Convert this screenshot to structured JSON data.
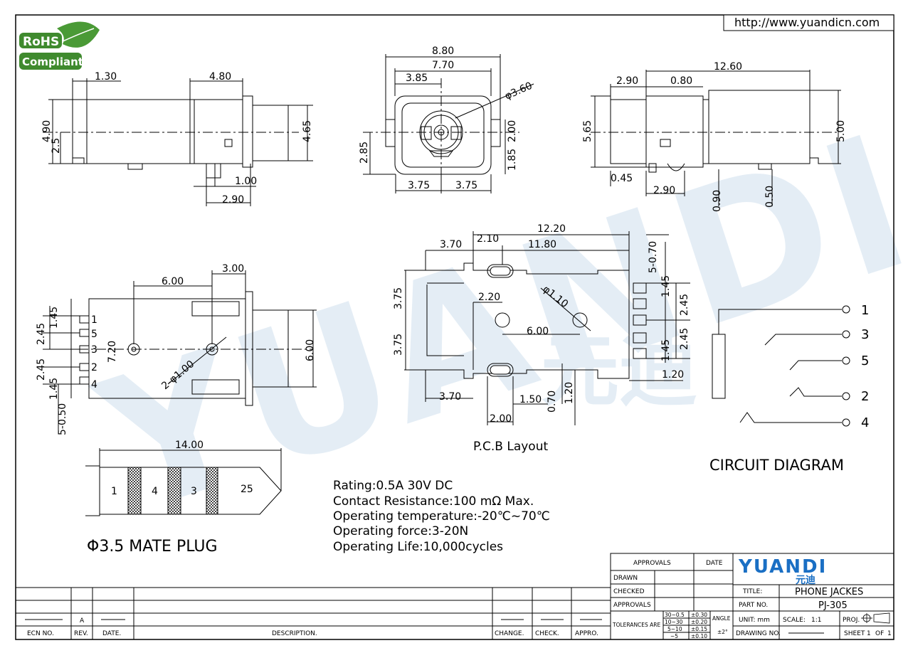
{
  "url": "http://www.yuandicn.com",
  "rohs": {
    "line1": "RoHS",
    "line2": "Compliant"
  },
  "watermark": {
    "text": "YUANDI",
    "chinese": "元迪"
  },
  "colors": {
    "watermark": "#cfe0ee",
    "logo_blue": "#1a6fc4",
    "rohs_green": "#3f8a2e",
    "line": "#000000"
  },
  "side_view": {
    "d1": "1.30",
    "d2": "4.80",
    "d3": "4.90",
    "d4": "2.5",
    "d5": "4.65",
    "d6": "1.00",
    "d7": "2.90"
  },
  "front_view": {
    "d1": "8.80",
    "d2": "7.70",
    "d3": "3.85",
    "d4": "φ3.60",
    "d5": "2.85",
    "d6": "2.00",
    "d7": "1.85",
    "d8": "3.75",
    "d9": "3.75"
  },
  "right_view": {
    "d1": "12.60",
    "d2": "2.90",
    "d3": "0.80",
    "d4": "5.65",
    "d5": "5.00",
    "d6": "0.45",
    "d7": "2.90",
    "d8": "0.90",
    "d9": "0.50"
  },
  "bottom_view": {
    "d1": "3.00",
    "d2": "6.00",
    "d3": "1.45",
    "d4": "2.45",
    "d5": "7.20",
    "d6": "2.45",
    "d7": "1.45",
    "d8": "5-0.50",
    "d9": "2-φ1.00",
    "d10": "6.00",
    "pins": [
      "1",
      "5",
      "3",
      "2",
      "4"
    ]
  },
  "pcb": {
    "title": "P.C.B Layout",
    "d1": "12.20",
    "d2": "3.70",
    "d3": "2.10",
    "d4": "11.80",
    "d5": "5-0.70",
    "d6": "1.45",
    "d7": "2.45",
    "d8": "3.75",
    "d9": "2.20",
    "d10": "φ1.10",
    "d11": "3.75",
    "d12": "6.00",
    "d13": "2.45",
    "d14": "1.45",
    "d15": "1.20",
    "d16": "3.70",
    "d17": "1.50",
    "d18": "0.70",
    "d19": "1.20",
    "d20": "2.00"
  },
  "circuit": {
    "title": "CIRCUIT  DIAGRAM",
    "pins": [
      "1",
      "3",
      "5",
      "2",
      "4"
    ]
  },
  "plug": {
    "length": "14.00",
    "segments": [
      "1",
      "4",
      "3",
      "25"
    ],
    "caption": "Φ3.5  MATE  PLUG"
  },
  "specs": [
    "Rating:0.5A 30V DC",
    "Contact Resistance:100 mΩ Max.",
    "Operating temperature:-20℃~70℃",
    "Operating force:3-20N",
    "Operating Life:10,000cycles"
  ],
  "title_block": {
    "approvals_header": "APPROVALS",
    "date_header": "DATE",
    "rows": [
      "DRAWN",
      "CHECKED",
      "APPROVALS"
    ],
    "logo": "YUANDI",
    "logo_cn": "元迪",
    "title_label": "TITLE:",
    "title": "PHONE JACKES",
    "part_label": "PART NO.",
    "part_no": "PJ-305",
    "tolerances_label": "TOLERANCES ARE",
    "tol_ranges": [
      "30~0.5",
      "10~30",
      "5~10",
      "~5"
    ],
    "tol_values": [
      "±0.30",
      "±0.20",
      "±0.15",
      "±0.10"
    ],
    "angle_label": "ANGLE",
    "angle_value": "±2°",
    "unit_label": "UNIT: mm",
    "scale_label": "SCALE:",
    "scale_value": "1:1",
    "proj_label": "PROJ.",
    "drawing_label": "DRAWING NO.",
    "sheet_label": "SHEET",
    "sheet_value": "1",
    "sheet_of": "OF",
    "sheet_total": "1"
  },
  "revision_block": {
    "headers": [
      "ECN NO.",
      "REV.",
      "DATE.",
      "DESCRIPTION.",
      "CHANGE.",
      "CHECK.",
      "APPRO."
    ],
    "rev_value": "A"
  }
}
